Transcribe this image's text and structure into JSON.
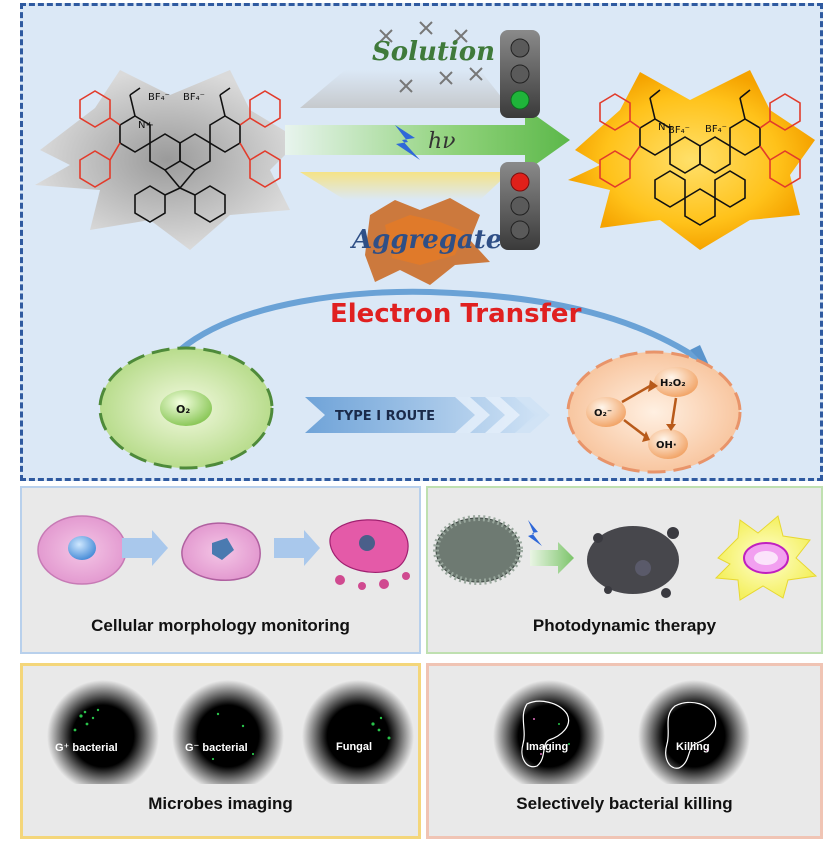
{
  "top": {
    "solution_label": "Solution",
    "aggregate_label": "Aggregate",
    "hv_label": "hν",
    "electron_transfer_label": "Electron Transfer",
    "route_label": "TYPE Ⅰ ROUTE",
    "o2_label": "O₂",
    "superoxide_label": "O₂⁻",
    "h2o2_label": "H₂O₂",
    "oh_label": "OH·",
    "bf4_label": "BF₄⁻"
  },
  "panels": {
    "cellular": {
      "label": "Cellular morphology monitoring"
    },
    "pdt": {
      "label": "Photodynamic therapy"
    },
    "microbes": {
      "label": "Microbes imaging",
      "circles": [
        "G⁺ bacterial",
        "G⁻ bacterial",
        "Fungal"
      ]
    },
    "killing": {
      "label": "Selectively bacterial killing",
      "circles": [
        "Imaging",
        "Killing"
      ]
    }
  },
  "colors": {
    "frame_dashed": "#2f5aa0",
    "top_background": "#dbe8f6",
    "electron_transfer_text": "#e02020",
    "solution_text": "#3f7a3a",
    "aggregate_text": "#2f4f86",
    "panel_cellular_border": "#b8d0ec",
    "panel_pdt_border": "#bfe0b0",
    "panel_microbes_border": "#f4d67a",
    "panel_killing_border": "#f0c4b4"
  }
}
